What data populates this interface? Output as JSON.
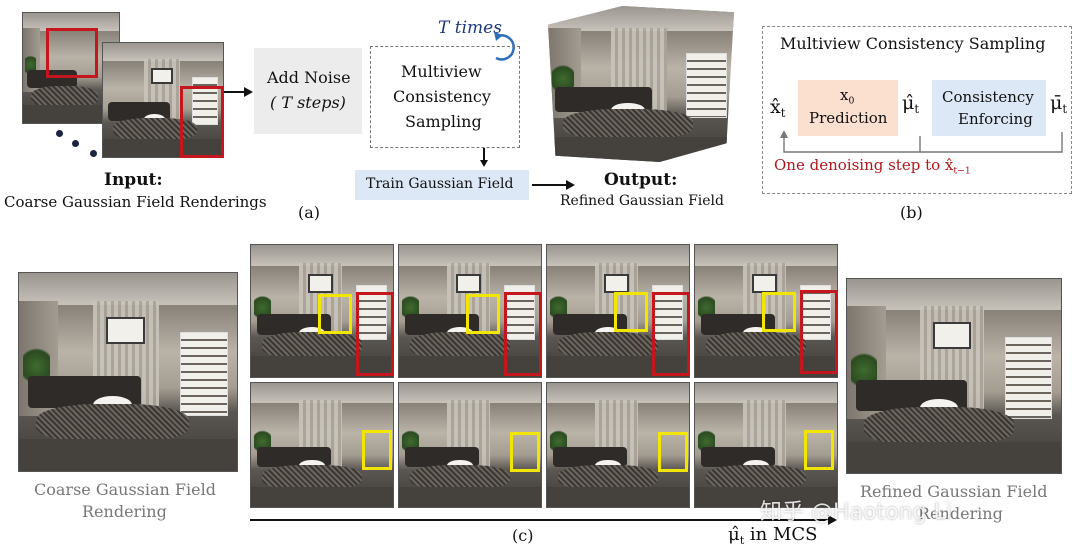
{
  "panel_a": {
    "input_title": "Input:",
    "input_caption": "Coarse Gaussian Field Renderings",
    "add_noise_line1": "Add Noise",
    "add_noise_line2": "( T steps)",
    "t_times": "T times",
    "mcs_line1": "Multiview",
    "mcs_line2": "Consistency",
    "mcs_line3": "Sampling",
    "train_label": "Train Gaussian Field",
    "output_title": "Output:",
    "output_caption": "Refined Gaussian Field",
    "label": "(a)"
  },
  "panel_b": {
    "title": "Multiview Consistency Sampling",
    "x_hat_t": "x̂",
    "x_hat_sub": "t",
    "pred_line1": "x",
    "pred_sub": "0",
    "pred_line2": "Prediction",
    "mu_hat": "μ̂",
    "mu_hat_sub": "t",
    "enforce_line1": "Consistency",
    "enforce_line2": "Enforcing",
    "mu_bar": "μ̄",
    "mu_bar_sub": "t",
    "denoise_text": "One denoising step to x̂",
    "denoise_sub": "t−1",
    "label": "(b)"
  },
  "panel_c": {
    "left_caption_line1": "Coarse Gaussian Field",
    "left_caption_line2": "Rendering",
    "right_caption_line1": "Refined Gaussian Field",
    "right_caption_line2": "Rendering",
    "axis_label": "μ̂",
    "axis_sub": "t",
    "axis_suffix": " in MCS",
    "label": "(c)",
    "watermark": "知乎 @Haotong Li"
  },
  "colors": {
    "red_box": "#c4161c",
    "yellow_box": "#f2e600",
    "blue_fill": "#dce8f5",
    "peach_fill": "#fbe0cf",
    "gray_fill": "#ececec",
    "denoise_text": "#b0171c",
    "t_times_text": "#1f3a7a"
  }
}
